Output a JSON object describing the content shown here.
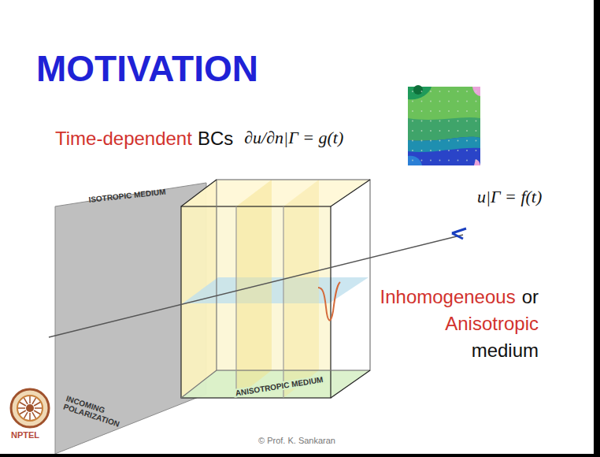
{
  "diagram": {
    "title": "MOTIVATION",
    "labels": [
      "Time-dependent",
      "BCs",
      "∂u/∂n|Γ = g(t)",
      "u|Γ = f(t)",
      "ISOTROPIC MEDIUM",
      "ANISOTROPIC MEDIUM",
      "INCOMING POLARIZATION",
      "Inhomogeneous",
      "or",
      "Anisotropic",
      "medium",
      "© Prof. K. Sankaran",
      "NPTEL"
    ]
  }
}
